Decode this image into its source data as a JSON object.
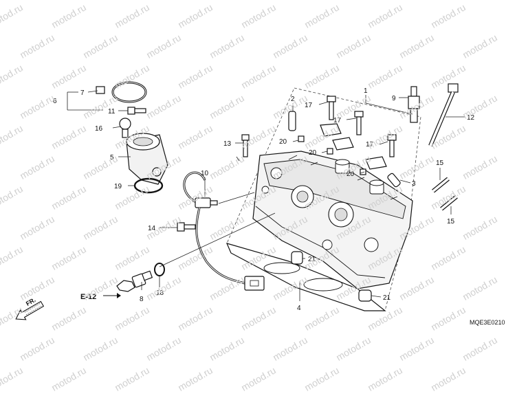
{
  "watermark": {
    "text": "motod.ru"
  },
  "diagram_code": "MQE3E0210",
  "ref_tag": "E-12",
  "direction_label": "FR.",
  "callouts": {
    "c1": "1",
    "c2": "2",
    "c3": "3",
    "c4": "4",
    "c5": "5",
    "c6": "6",
    "c7": "7",
    "c8": "8",
    "c9": "9",
    "c10": "10",
    "c11": "11",
    "c12": "12",
    "c13": "13",
    "c14": "14",
    "c15a": "15",
    "c15b": "15",
    "c16": "16",
    "c17a": "17",
    "c17b": "17",
    "c17c": "17",
    "c18": "18",
    "c19": "19",
    "c20a": "20",
    "c20b": "20",
    "c20c": "20",
    "c21a": "21",
    "c21b": "21"
  }
}
